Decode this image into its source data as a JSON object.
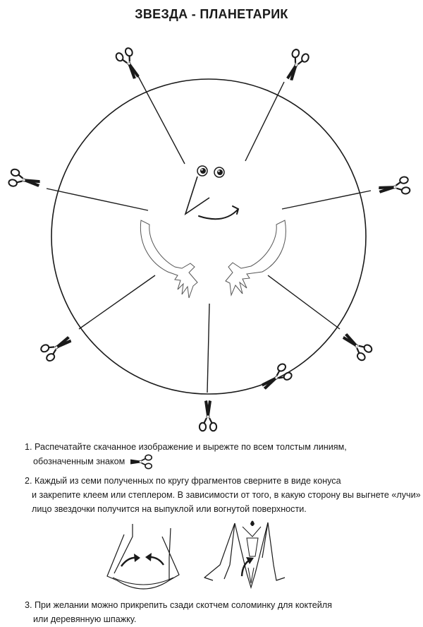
{
  "page": {
    "title": "ЗВЕЗДА - ПЛАНЕТАРИК"
  },
  "instructions": {
    "step1": {
      "line1": "1. Распечатайте скачанное изображение и вырежте по всем толстым линиям,",
      "line2": "обозначенным знаком"
    },
    "step2": {
      "line1": "2. Каждый из семи полученных по кругу фрагментов сверните в виде конуса",
      "line2": "и закрепите клеем или степлером. В зависимости от того, в какую сторону вы выгнете «лучи»",
      "line3": "лицо звездочки получится на выпуклой или вогнутой поверхности."
    },
    "step3": {
      "line1": "3. При желании можно прикрепить сзади скотчем соломинку для коктейля",
      "line2": "или деревянную шпажку."
    }
  },
  "icons": {
    "cut_marker": "scissors-icon",
    "fold_arrow": "curved-arrow-icon"
  },
  "colors": {
    "ink": "#1a1a1a",
    "outline": "#555555"
  }
}
